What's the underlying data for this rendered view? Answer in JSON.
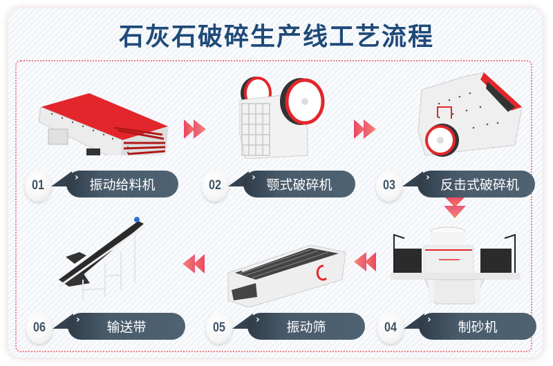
{
  "title": "石灰石破碎生产线工艺流程",
  "colors": {
    "title": "#1e4a78",
    "frame_dots": "#ef7d84",
    "label_bg": "#4a5c6c",
    "arrow_start": "#e9456a",
    "arrow_end": "#f47a5c",
    "machine_red": "#e3262b"
  },
  "steps": [
    {
      "num": "01",
      "label": "振动给料机",
      "chevron": "›",
      "machine": "vibrating-feeder"
    },
    {
      "num": "02",
      "label": "颚式破碎机",
      "chevron": "›",
      "machine": "jaw-crusher"
    },
    {
      "num": "03",
      "label": "反击式破碎机",
      "chevron": "›",
      "machine": "impact-crusher"
    },
    {
      "num": "04",
      "label": "制砂机",
      "chevron": "›",
      "machine": "sand-making-machine"
    },
    {
      "num": "05",
      "label": "振动筛",
      "chevron": "›",
      "machine": "vibrating-screen"
    },
    {
      "num": "06",
      "label": "输送带",
      "chevron": "›",
      "machine": "belt-conveyor"
    }
  ],
  "flow_arrows": [
    {
      "from": "01",
      "to": "02",
      "direction": "right"
    },
    {
      "from": "02",
      "to": "03",
      "direction": "right"
    },
    {
      "from": "03",
      "to": "04",
      "direction": "down"
    },
    {
      "from": "04",
      "to": "05",
      "direction": "left"
    },
    {
      "from": "05",
      "to": "06",
      "direction": "left"
    }
  ]
}
